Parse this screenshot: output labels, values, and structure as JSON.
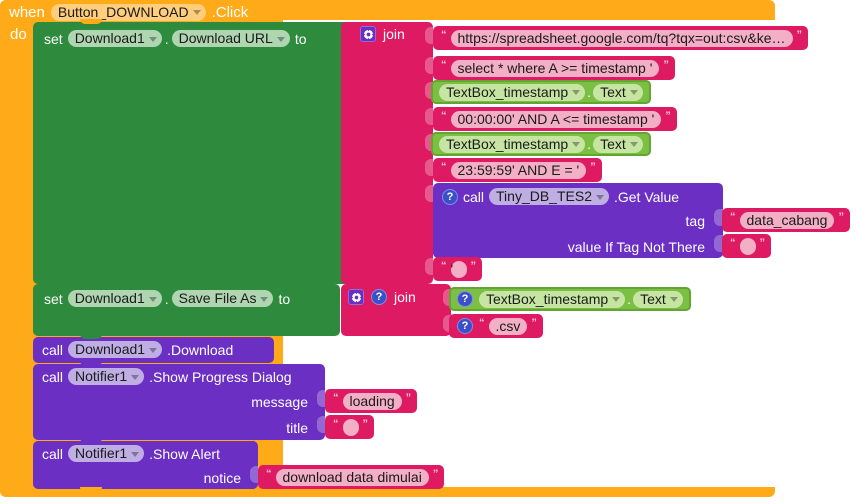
{
  "workspace": {
    "app": "MIT App Inventor Blocks Editor"
  },
  "event_block": {
    "when_label": "when",
    "component": "Button_DOWNLOAD",
    "event": ".Click",
    "do_label": "do"
  },
  "statements": [
    {
      "kind": "set",
      "set_label": "set",
      "component": "Download1",
      "property": "Download URL",
      "to_label": "to"
    },
    {
      "kind": "set",
      "set_label": "set",
      "component": "Download1",
      "property": "Save File As",
      "to_label": "to"
    },
    {
      "kind": "call",
      "call_label": "call",
      "component": "Download1",
      "method": ".Download"
    },
    {
      "kind": "call",
      "call_label": "call",
      "component": "Notifier1",
      "method": ".Show Progress Dialog",
      "args": [
        {
          "label": "message",
          "value": "loading"
        },
        {
          "label": "title",
          "value": ""
        }
      ]
    },
    {
      "kind": "call",
      "call_label": "call",
      "component": "Notifier1",
      "method": ".Show Alert",
      "args": [
        {
          "label": "notice",
          "value": "download data dimulai"
        }
      ]
    }
  ],
  "join_url": {
    "label": "join",
    "gear_icon": "gear-icon",
    "items": [
      {
        "type": "text",
        "value": "https://spreadsheet.google.com/tq?tqx=out:csv&ke…"
      },
      {
        "type": "text",
        "value": "select * where A >= timestamp '"
      },
      {
        "type": "getter",
        "component": "TextBox_timestamp",
        "property": "Text"
      },
      {
        "type": "text",
        "value": "00:00:00' AND A <= timestamp '"
      },
      {
        "type": "getter",
        "component": "TextBox_timestamp",
        "property": "Text"
      },
      {
        "type": "text",
        "value": "23:59:59' AND E = '"
      },
      {
        "type": "call",
        "call_label": "call",
        "component": "Tiny_DB_TES2",
        "method": ".Get Value",
        "args": [
          {
            "label": "tag",
            "value": "data_cabang"
          },
          {
            "label": "value If Tag Not There",
            "value": ""
          }
        ]
      },
      {
        "type": "text",
        "value": "'"
      }
    ]
  },
  "join_filename": {
    "label": "join",
    "gear_icon": "gear-icon",
    "warning_icon": "warning-icon",
    "items": [
      {
        "type": "getter",
        "component": "TextBox_timestamp",
        "property": "Text",
        "warning_icon": "warning-icon"
      },
      {
        "type": "text",
        "value": ".csv",
        "warning_icon": "warning-icon"
      }
    ]
  },
  "colors": {
    "event": "#FFAB19",
    "setter": "#2E8B3D",
    "text": "#DE1A62",
    "getter": "#7BC043",
    "call": "#6B2FC4",
    "canvas": "#FFFFFF"
  }
}
